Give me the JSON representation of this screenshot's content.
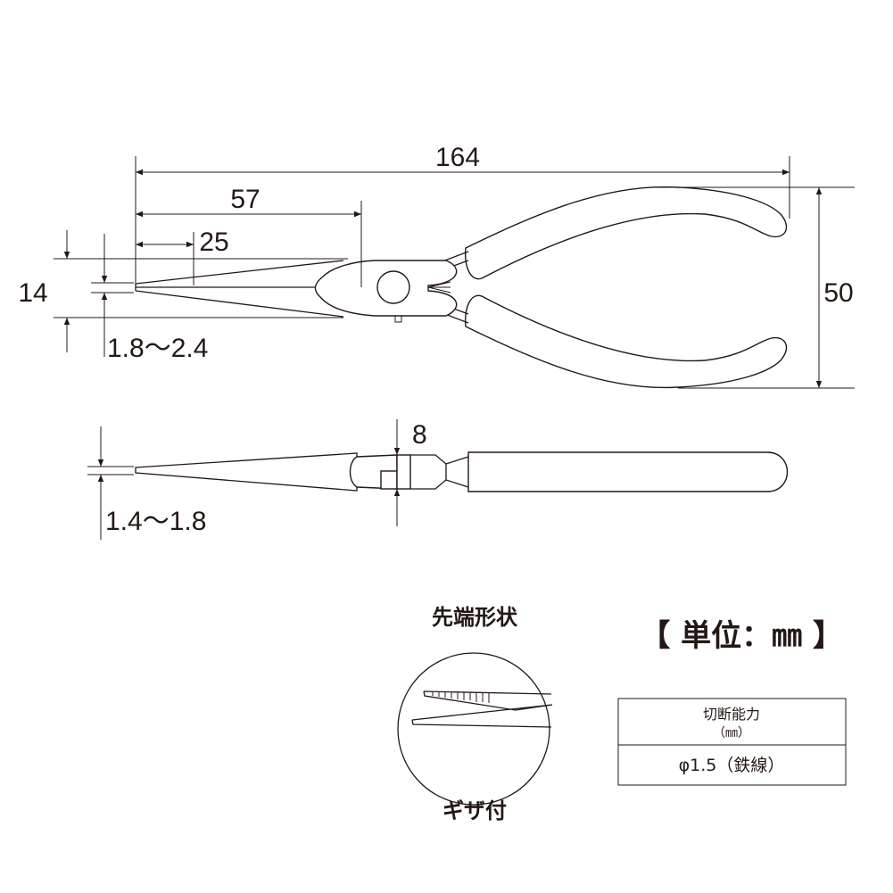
{
  "dimensions": {
    "overall_length": "164",
    "head_length": "57",
    "jaw_length": "25",
    "jaw_width": "14",
    "tip_width_top": "1.8〜2.4",
    "overall_width": "50",
    "head_thickness": "8",
    "tip_thickness": "1.4〜1.8"
  },
  "tip_detail": {
    "title": "先端形状",
    "caption": "ギザ付"
  },
  "unit_label": "【 単位：㎜ 】",
  "spec_table": {
    "header_line1": "切断能力",
    "header_line2": "（㎜）",
    "value": "φ1.5（鉄線）"
  }
}
